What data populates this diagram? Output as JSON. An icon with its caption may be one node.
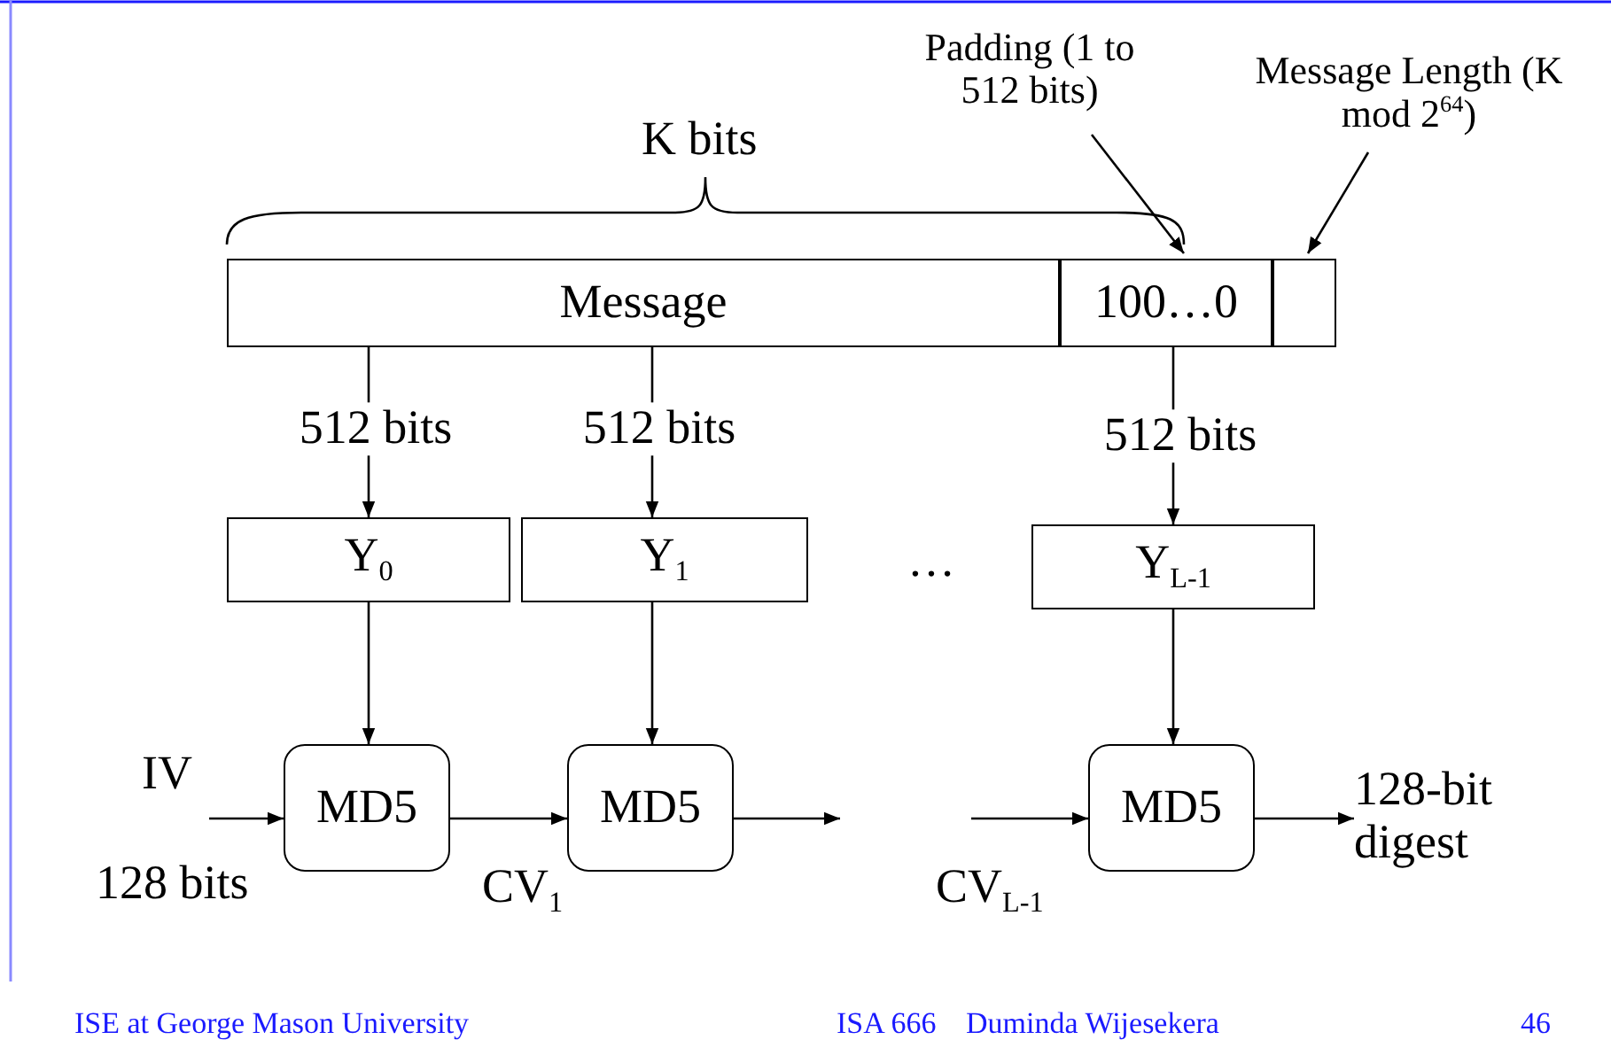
{
  "diagram": {
    "nodes": [
      {
        "text": [
          "Message"
        ]
      },
      {
        "text": [
          "100…0"
        ]
      },
      {
        "text": [],
        "shape": "box"
      },
      {
        "text": [
          "Y$_{0}$"
        ]
      },
      {
        "text": [
          "Y$_{1}$"
        ]
      },
      {
        "text": [
          "Y$_{L-1}$"
        ]
      },
      {
        "text": [
          "MD5"
        ]
      },
      {
        "text": [
          "MD5"
        ]
      },
      {
        "text": [
          "MD5"
        ]
      },
      {
        "text": [
          "Padding (1 to 512 bits)"
        ]
      },
      {
        "text": [
          "Message Length (K mod 2$^{64}$)"
        ]
      },
      {
        "text": [
          "128-bit digest"
        ]
      }
    ],
    "edges": [
      {
        "from": 0,
        "to": 3,
        "arrow": "to",
        "label": "512 bits"
      },
      {
        "from": 0,
        "to": 4,
        "arrow": "to",
        "label": "512 bits"
      },
      {
        "from": 1,
        "to": 5,
        "arrow": "to",
        "label": "512 bits"
      },
      {
        "from": 3,
        "to": 6,
        "arrow": "to"
      },
      {
        "from": 4,
        "to": 7,
        "arrow": "to"
      },
      {
        "from": 5,
        "to": 8,
        "arrow": "to"
      },
      {
        "from": null,
        "to": 6,
        "arrow": "to"
      },
      {
        "from": 6,
        "to": 7,
        "arrow": "to"
      },
      {
        "from": 7,
        "to": null,
        "arrow": "to"
      },
      {
        "from": null,
        "to": 8,
        "arrow": "to"
      },
      {
        "from": 8,
        "to": 11,
        "arrow": "to"
      },
      {
        "from": 9,
        "to": 1,
        "arrow": "to"
      },
      {
        "from": 10,
        "to": 2,
        "arrow": "to"
      }
    ],
    "labels": [
      "K bits",
      "…",
      "IV",
      "128 bits",
      "CV$_{1}$",
      "CV$_{L-1}$",
      "ISE at George Mason University",
      "ISA 666",
      "Duminda Wijesekera",
      "46"
    ]
  }
}
